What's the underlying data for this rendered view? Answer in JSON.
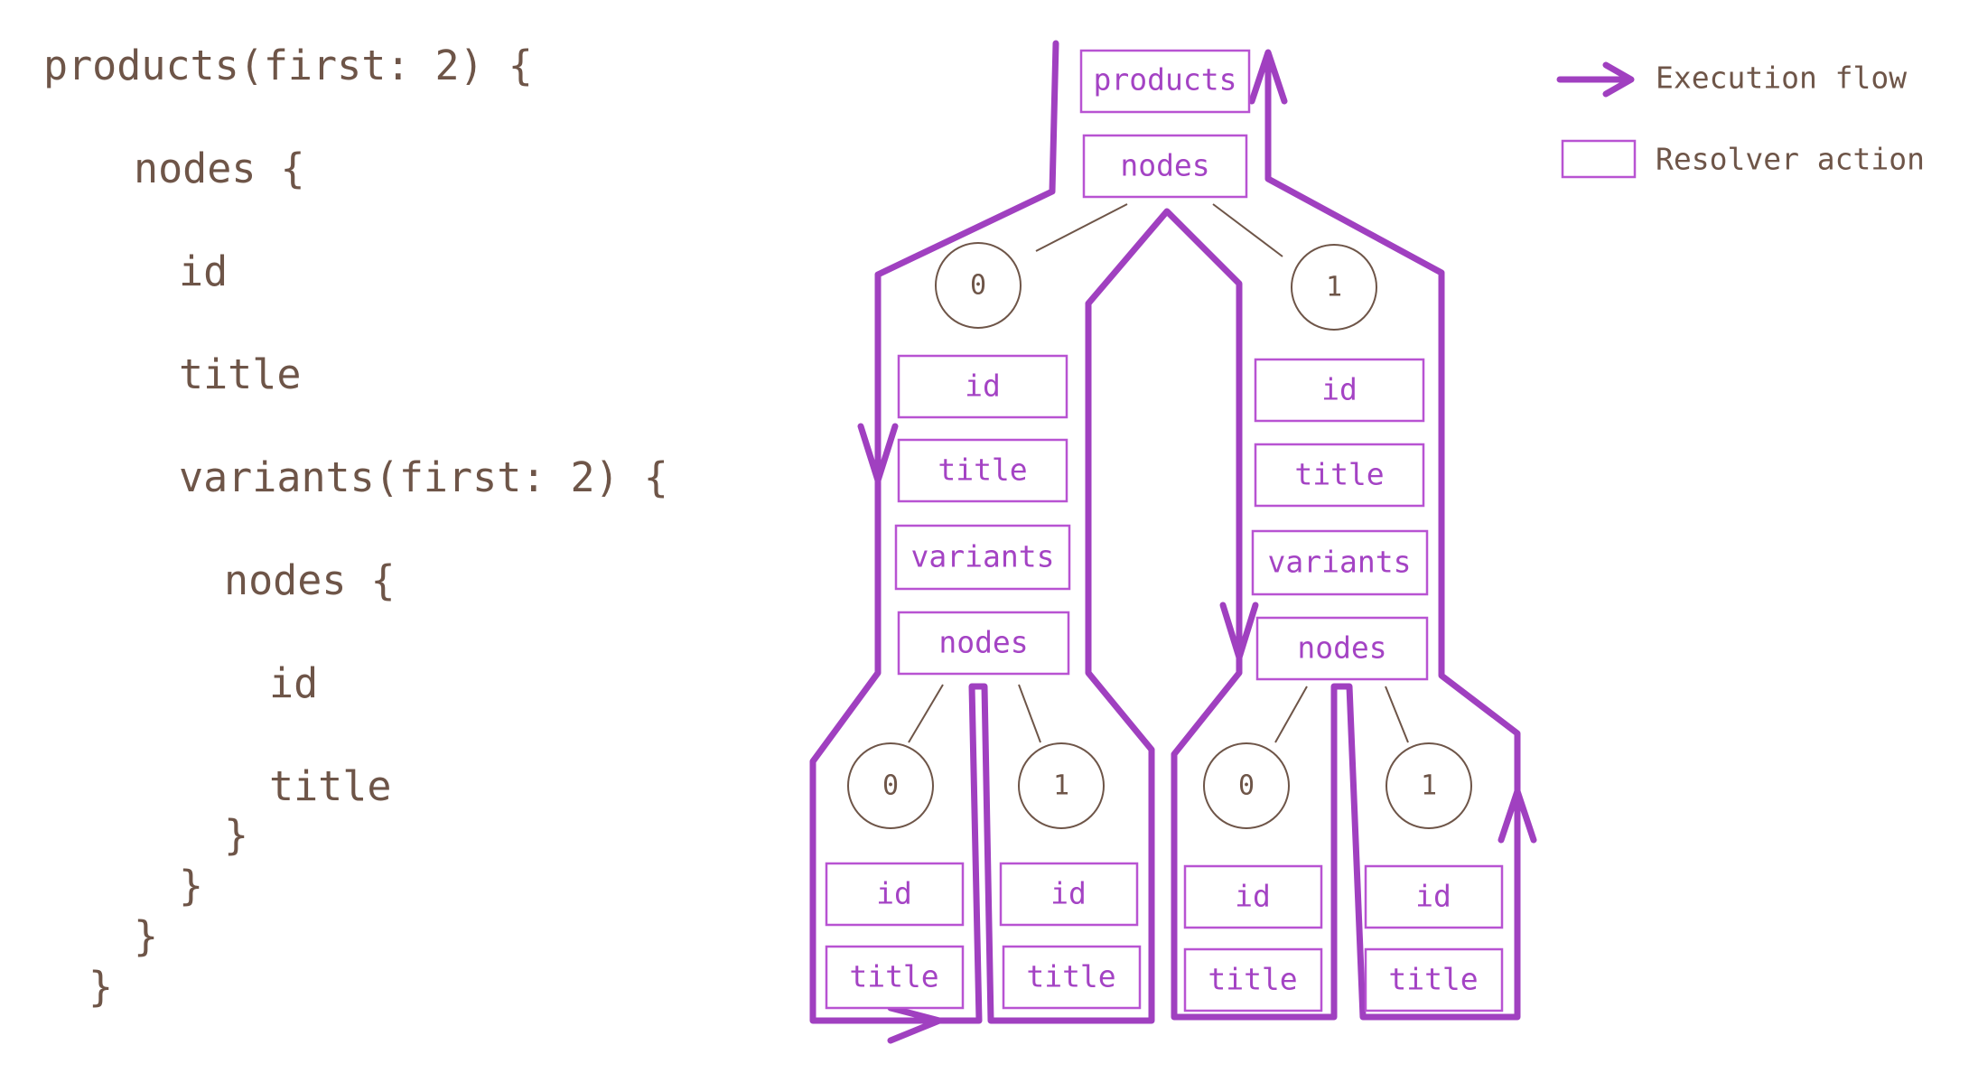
{
  "code": {
    "lines": [
      "products(first: 2) {",
      "nodes {",
      "id",
      "title",
      "variants(first: 2) {",
      "nodes {",
      "id",
      "title",
      "}",
      "}",
      "}",
      "}"
    ]
  },
  "legend": {
    "flow_label": "Execution flow",
    "resolver_label": "Resolver action"
  },
  "tree": {
    "root": {
      "products": "products",
      "nodes": "nodes"
    },
    "product_0": {
      "index": "0",
      "id": "id",
      "title": "title",
      "variants": "variants",
      "nodes": "nodes",
      "variant_0": {
        "index": "0",
        "id": "id",
        "title": "title"
      },
      "variant_1": {
        "index": "1",
        "id": "id",
        "title": "title"
      }
    },
    "product_1": {
      "index": "1",
      "id": "id",
      "title": "title",
      "variants": "variants",
      "nodes": "nodes",
      "variant_0": {
        "index": "0",
        "id": "id",
        "title": "title"
      },
      "variant_1": {
        "index": "1",
        "id": "id",
        "title": "title"
      }
    }
  },
  "colors": {
    "flow": "#a040c0",
    "resolver": "#b853d2",
    "text_brown": "#6e5548",
    "connector": "#6e5548"
  }
}
